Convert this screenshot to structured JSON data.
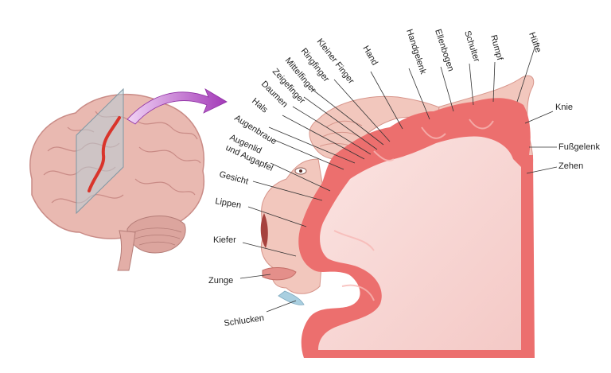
{
  "labels": {
    "huefte": "Hüfte",
    "rumpf": "Rumpf",
    "schulter": "Schulter",
    "ellenbogen": "Ellenbogen",
    "handgelenk": "Handgelenk",
    "hand": "Hand",
    "kleiner_finger": "Kleiner Finger",
    "ringfinger": "Ringfinger",
    "mittelfinger": "Mittelfinger",
    "zeigefinger": "Zeigefinger",
    "daumen": "Daumen",
    "hals": "Hals",
    "augenbraue": "Augenbraue",
    "augenlid_line1": "Augenlid",
    "augenlid_line2": "und Augapfel",
    "gesicht": "Gesicht",
    "lippen": "Lippen",
    "kiefer": "Kiefer",
    "zunge": "Zunge",
    "schlucken": "Schlucken",
    "knie": "Knie",
    "fussgelenk": "Fußgelenk",
    "zehen": "Zehen"
  },
  "colors": {
    "cortex": "#ec6f6e",
    "white_matter": "#f9dcda",
    "brain": "#e9b9b1",
    "motor_strip": "#d9342b",
    "homunculus_skin": "#f2c7bd",
    "arrow": "#b24fc4",
    "plane": "#b8cdd6"
  }
}
